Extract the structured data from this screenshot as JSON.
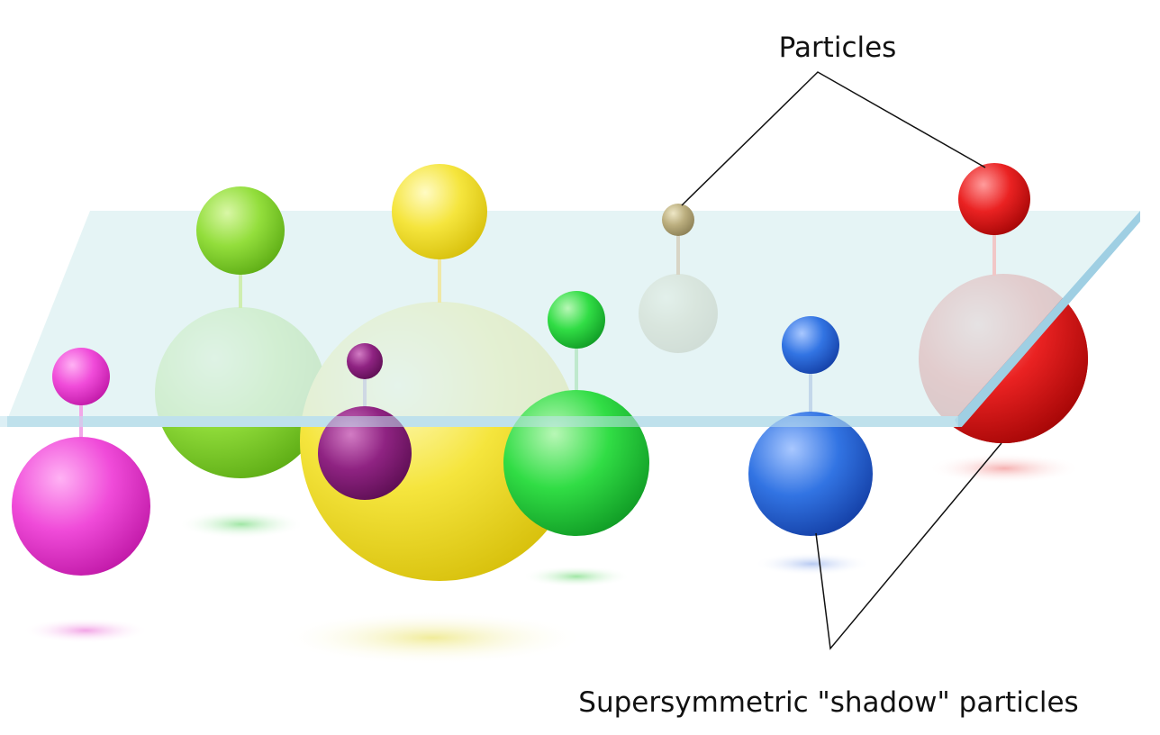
{
  "labels": {
    "particles": "Particles",
    "shadow_particles": "Supersymmetric \"shadow\" particles"
  },
  "colors": {
    "plane_fill": "#dff1f3",
    "plane_edge": "#a8d6e6",
    "magenta": "#ee3fd6",
    "light_green": "#8fdc3a",
    "yellow": "#f3e23c",
    "purple": "#8a1f7c",
    "green": "#2ddc45",
    "tan": "#b9ad7e",
    "blue": "#2f6fe0",
    "red": "#e81c1c",
    "leader_line": "#111111"
  },
  "particle_pairs": [
    {
      "name": "magenta",
      "color": "magenta"
    },
    {
      "name": "light-green",
      "color": "light_green"
    },
    {
      "name": "yellow",
      "color": "yellow"
    },
    {
      "name": "purple",
      "color": "purple"
    },
    {
      "name": "green",
      "color": "green"
    },
    {
      "name": "tan",
      "color": "tan"
    },
    {
      "name": "blue",
      "color": "blue"
    },
    {
      "name": "red",
      "color": "red"
    }
  ]
}
